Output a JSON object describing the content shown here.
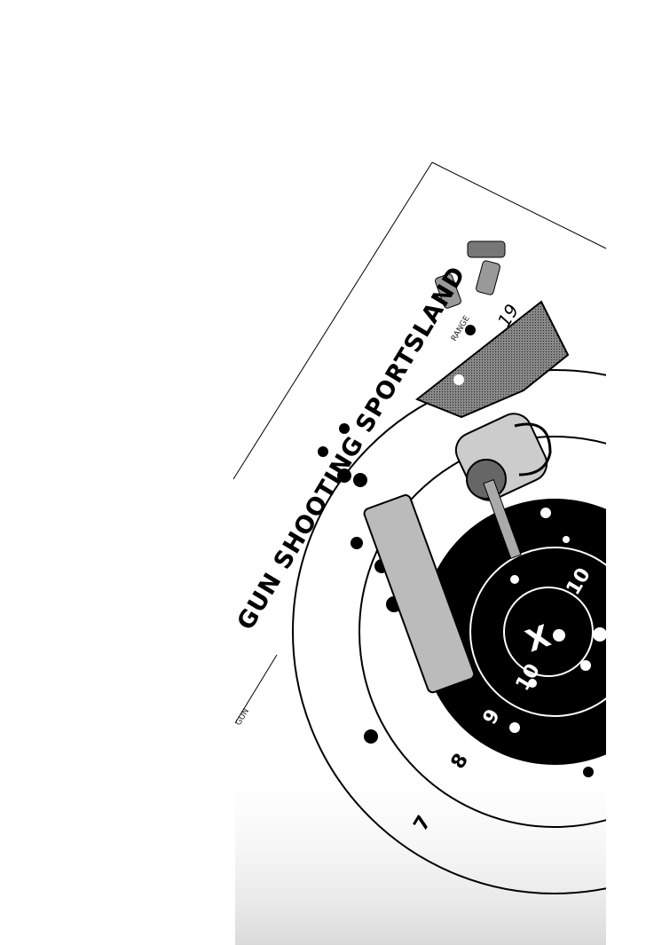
{
  "target": {
    "title": "GUN SHOOTING SPORTSLAND",
    "ring_numbers": [
      "7",
      "8",
      "9",
      "10",
      "10"
    ],
    "center_mark": "X",
    "small_label_gun": "GUN",
    "small_label_range": "RANGE",
    "handwritten_score": "19",
    "colors": {
      "ink": "#000000",
      "paper": "#ffffff",
      "shade": "#d8d8d8"
    }
  }
}
